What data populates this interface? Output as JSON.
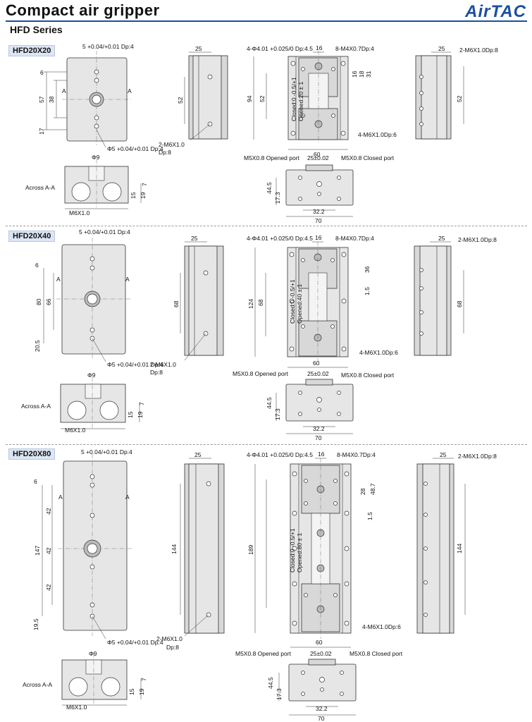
{
  "header": {
    "title": "Compact air gripper",
    "series": "HFD Series",
    "logo": "AirTAC"
  },
  "sections": [
    {
      "model": "HFD20X20",
      "top_dims": {
        "pin_hole": "5 +0.04/+0.01 Dp:4",
        "d6": "6",
        "d57": "57",
        "d38": "38",
        "d17": "17",
        "sec_a": "A",
        "bottom_hole": "Φ5 +0.04/+0.01 Dp:4"
      },
      "side_dims": {
        "w25": "25",
        "h52": "52",
        "tap": "2-M6X1.0",
        "tap_dp": "Dp:8"
      },
      "front_dims": {
        "pins": "4-Φ4.01 +0.025/0 Dp:4.5",
        "w16": "16",
        "tap_top": "8-M4X0.7Dp:4",
        "h94": "94",
        "h52": "52",
        "closed": "Closed:0 -0.5/+1",
        "opened": "Opened:20 ± 1",
        "d16": "16",
        "d18": "18",
        "d31": "31",
        "tap_side": "4-M6X1.0Dp:6",
        "w60": "60"
      },
      "right_dims": {
        "w25": "25",
        "tap": "2-M6X1.0Dp:8",
        "h52": "52"
      },
      "cross": {
        "label": "Across A-A",
        "phi": "Φ9",
        "tap": "M6X1.0",
        "d7": "7",
        "d15": "15",
        "d19": "19"
      },
      "bottom": {
        "opened_port": "M5X0.8 Opened port",
        "closed_port": "M5X0.8 Closed port",
        "tol": "25±0.02",
        "d44": "44.5",
        "d17": "17.3",
        "d32": "32.2",
        "d70": "70"
      }
    },
    {
      "model": "HFD20X40",
      "top_dims": {
        "pin_hole": "5 +0.04/+0.01 Dp:4",
        "d6": "6",
        "d80": "80",
        "d66": "66",
        "d20": "20.5",
        "sec_a": "A",
        "bottom_hole": "Φ5 +0.04/+0.01 Dp:4"
      },
      "side_dims": {
        "w25": "25",
        "h68": "68",
        "tap": "2-M6X1.0",
        "tap_dp": "Dp:8"
      },
      "front_dims": {
        "pins": "4-Φ4.01 +0.025/0 Dp:4.5",
        "w16": "16",
        "tap_top": "8-M4X0.7Dp:4",
        "h124": "124",
        "h68": "68",
        "closed": "Closed:0 -0.5/+1",
        "opened": "Opened:40 ± 1",
        "d36": "36",
        "d15": "1.5",
        "tap_side": "4-M6X1.0Dp:6",
        "w60": "60"
      },
      "right_dims": {
        "w25": "25",
        "tap": "2-M6X1.0Dp:8",
        "h68": "68"
      },
      "cross": {
        "label": "Across A-A",
        "phi": "Φ9",
        "tap": "M6X1.0",
        "d7": "7",
        "d15": "15",
        "d19": "19"
      },
      "bottom": {
        "opened_port": "M5X0.8 Opened port",
        "closed_port": "M5X0.8 Closed port",
        "tol": "25±0.02",
        "d44": "44.5",
        "d17": "17.3",
        "d32": "32.2",
        "d70": "70"
      }
    },
    {
      "model": "HFD20X80",
      "top_dims": {
        "pin_hole": "5 +0.04/+0.01 Dp:4",
        "d6": "6",
        "d147": "147",
        "d42a": "42",
        "d42b": "42",
        "d42c": "42",
        "d19": "19.5",
        "sec_a": "A",
        "bottom_hole": "Φ5 +0.04/+0.01 Dp:4"
      },
      "side_dims": {
        "w25": "25",
        "h144": "144",
        "tap": "2-M6X1.0",
        "tap_dp": "Dp:8"
      },
      "front_dims": {
        "pins": "4-Φ4.01 +0.025/0 Dp:4.5",
        "w16": "16",
        "tap_top": "8-M4X0.7Dp:4",
        "h189": "189",
        "closed": "Closed:0 -0.5/+1",
        "opened": "Opened:80 ± 1",
        "d28": "28",
        "d48": "48.7",
        "d15": "1.5",
        "tap_side": "4-M6X1.0Dp:6",
        "w60": "60"
      },
      "right_dims": {
        "w25": "25",
        "tap": "2-M6X1.0Dp:8",
        "h144": "144"
      },
      "cross": {
        "label": "Across A-A",
        "phi": "Φ9",
        "tap": "M6X1.0",
        "d7": "7",
        "d15": "15",
        "d19": "19"
      },
      "bottom": {
        "opened_port": "M5X0.8 Opened port",
        "closed_port": "M5X0.8 Closed port",
        "tol": "25±0.02",
        "d44": "44.5",
        "d17": "17.3",
        "d32": "32.2",
        "d70": "70"
      }
    }
  ]
}
